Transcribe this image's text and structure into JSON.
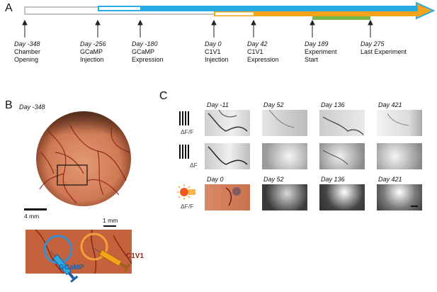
{
  "panels": {
    "A": "A",
    "B": "B",
    "C": "C"
  },
  "timeline": {
    "events": [
      {
        "day": "Day -348",
        "lines": [
          "Chamber",
          "Opening"
        ]
      },
      {
        "day": "Day -256",
        "lines": [
          "GCaMP",
          "Injection"
        ]
      },
      {
        "day": "Day -180",
        "lines": [
          "GCaMP",
          "Expression"
        ]
      },
      {
        "day": "Day 0",
        "lines": [
          "C1V1",
          "Injection"
        ]
      },
      {
        "day": "Day 42",
        "lines": [
          "C1V1",
          "Expression"
        ]
      },
      {
        "day": "Day 189",
        "lines": [
          "Experiment",
          "Start"
        ]
      },
      {
        "day": "Day 275",
        "lines": [
          "Last Experiment",
          ""
        ]
      }
    ],
    "colors": {
      "gcamp_bar": "#29abe2",
      "c1v1_bar": "#f7a21b",
      "experiment_bar": "#7ab648"
    }
  },
  "panel_b": {
    "day_label": "Day -348",
    "scale_bar_big": "4 mm",
    "scale_bar_small": "1 mm",
    "gcamp_label": "GCaMP",
    "c1v1_label": "C1V1",
    "colors": {
      "gcamp": "#1f5fa8",
      "c1v1": "#8b2a1a"
    }
  },
  "panel_c": {
    "row1_days": [
      "Day -11",
      "Day 52",
      "Day 136",
      "Day 421"
    ],
    "row3_days": [
      "Day 0",
      "Day 52",
      "Day 136",
      "Day 421"
    ],
    "row_labels": [
      "ΔF/F",
      "ΔF",
      "ΔF/F"
    ]
  }
}
